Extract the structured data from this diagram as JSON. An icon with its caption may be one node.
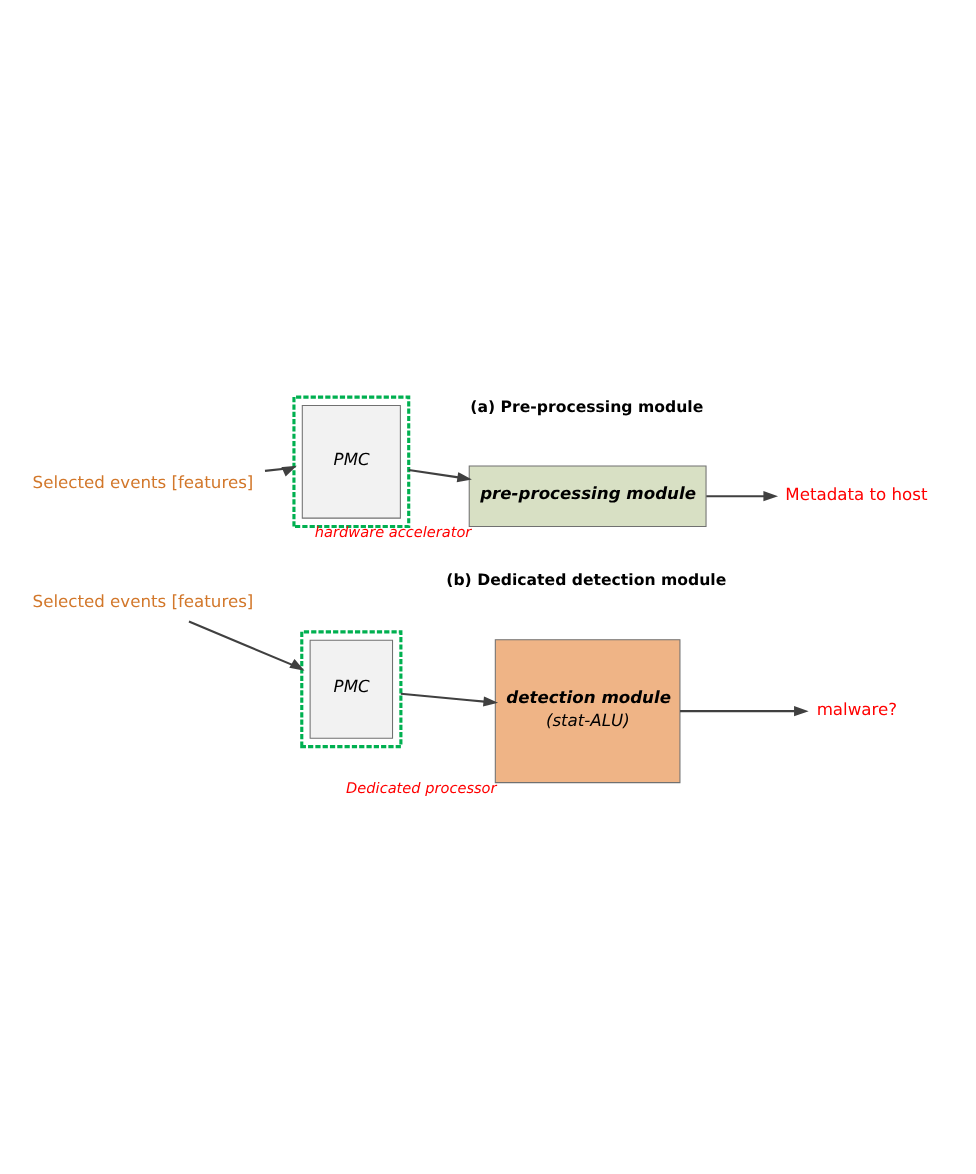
{
  "diagram": {
    "nodes": [
      {
        "text": [
          "Selected events [features]"
        ]
      },
      {
        "text": [],
        "shape": "box"
      },
      {
        "text": [
          "PMC"
        ],
        "in": 1
      },
      {
        "text": [
          "pre-processing module"
        ],
        "beside": [
          "hardware accelerator"
        ]
      },
      {
        "text": [
          "Metadata to host"
        ]
      },
      {
        "text": [
          "Selected events [features]"
        ]
      },
      {
        "text": [],
        "shape": "box"
      },
      {
        "text": [
          "PMC"
        ],
        "in": 6
      },
      {
        "text": [
          "detection module",
          "(stat-ALU)"
        ],
        "beside": [
          "Dedicated processor"
        ]
      },
      {
        "text": [
          "malware?"
        ]
      }
    ],
    "edges": [
      {
        "from": 0,
        "to": 1,
        "arrow": "to"
      },
      {
        "from": 1,
        "to": 3,
        "arrow": "to"
      },
      {
        "from": 3,
        "to": 4,
        "arrow": "to"
      },
      {
        "from": 5,
        "to": 6,
        "arrow": "to"
      },
      {
        "from": 6,
        "to": 8,
        "arrow": "to"
      },
      {
        "from": 8,
        "to": 9,
        "arrow": "to"
      }
    ],
    "labels": [
      "(a) Pre-processing module",
      "(b) Dedicated detection module"
    ]
  }
}
